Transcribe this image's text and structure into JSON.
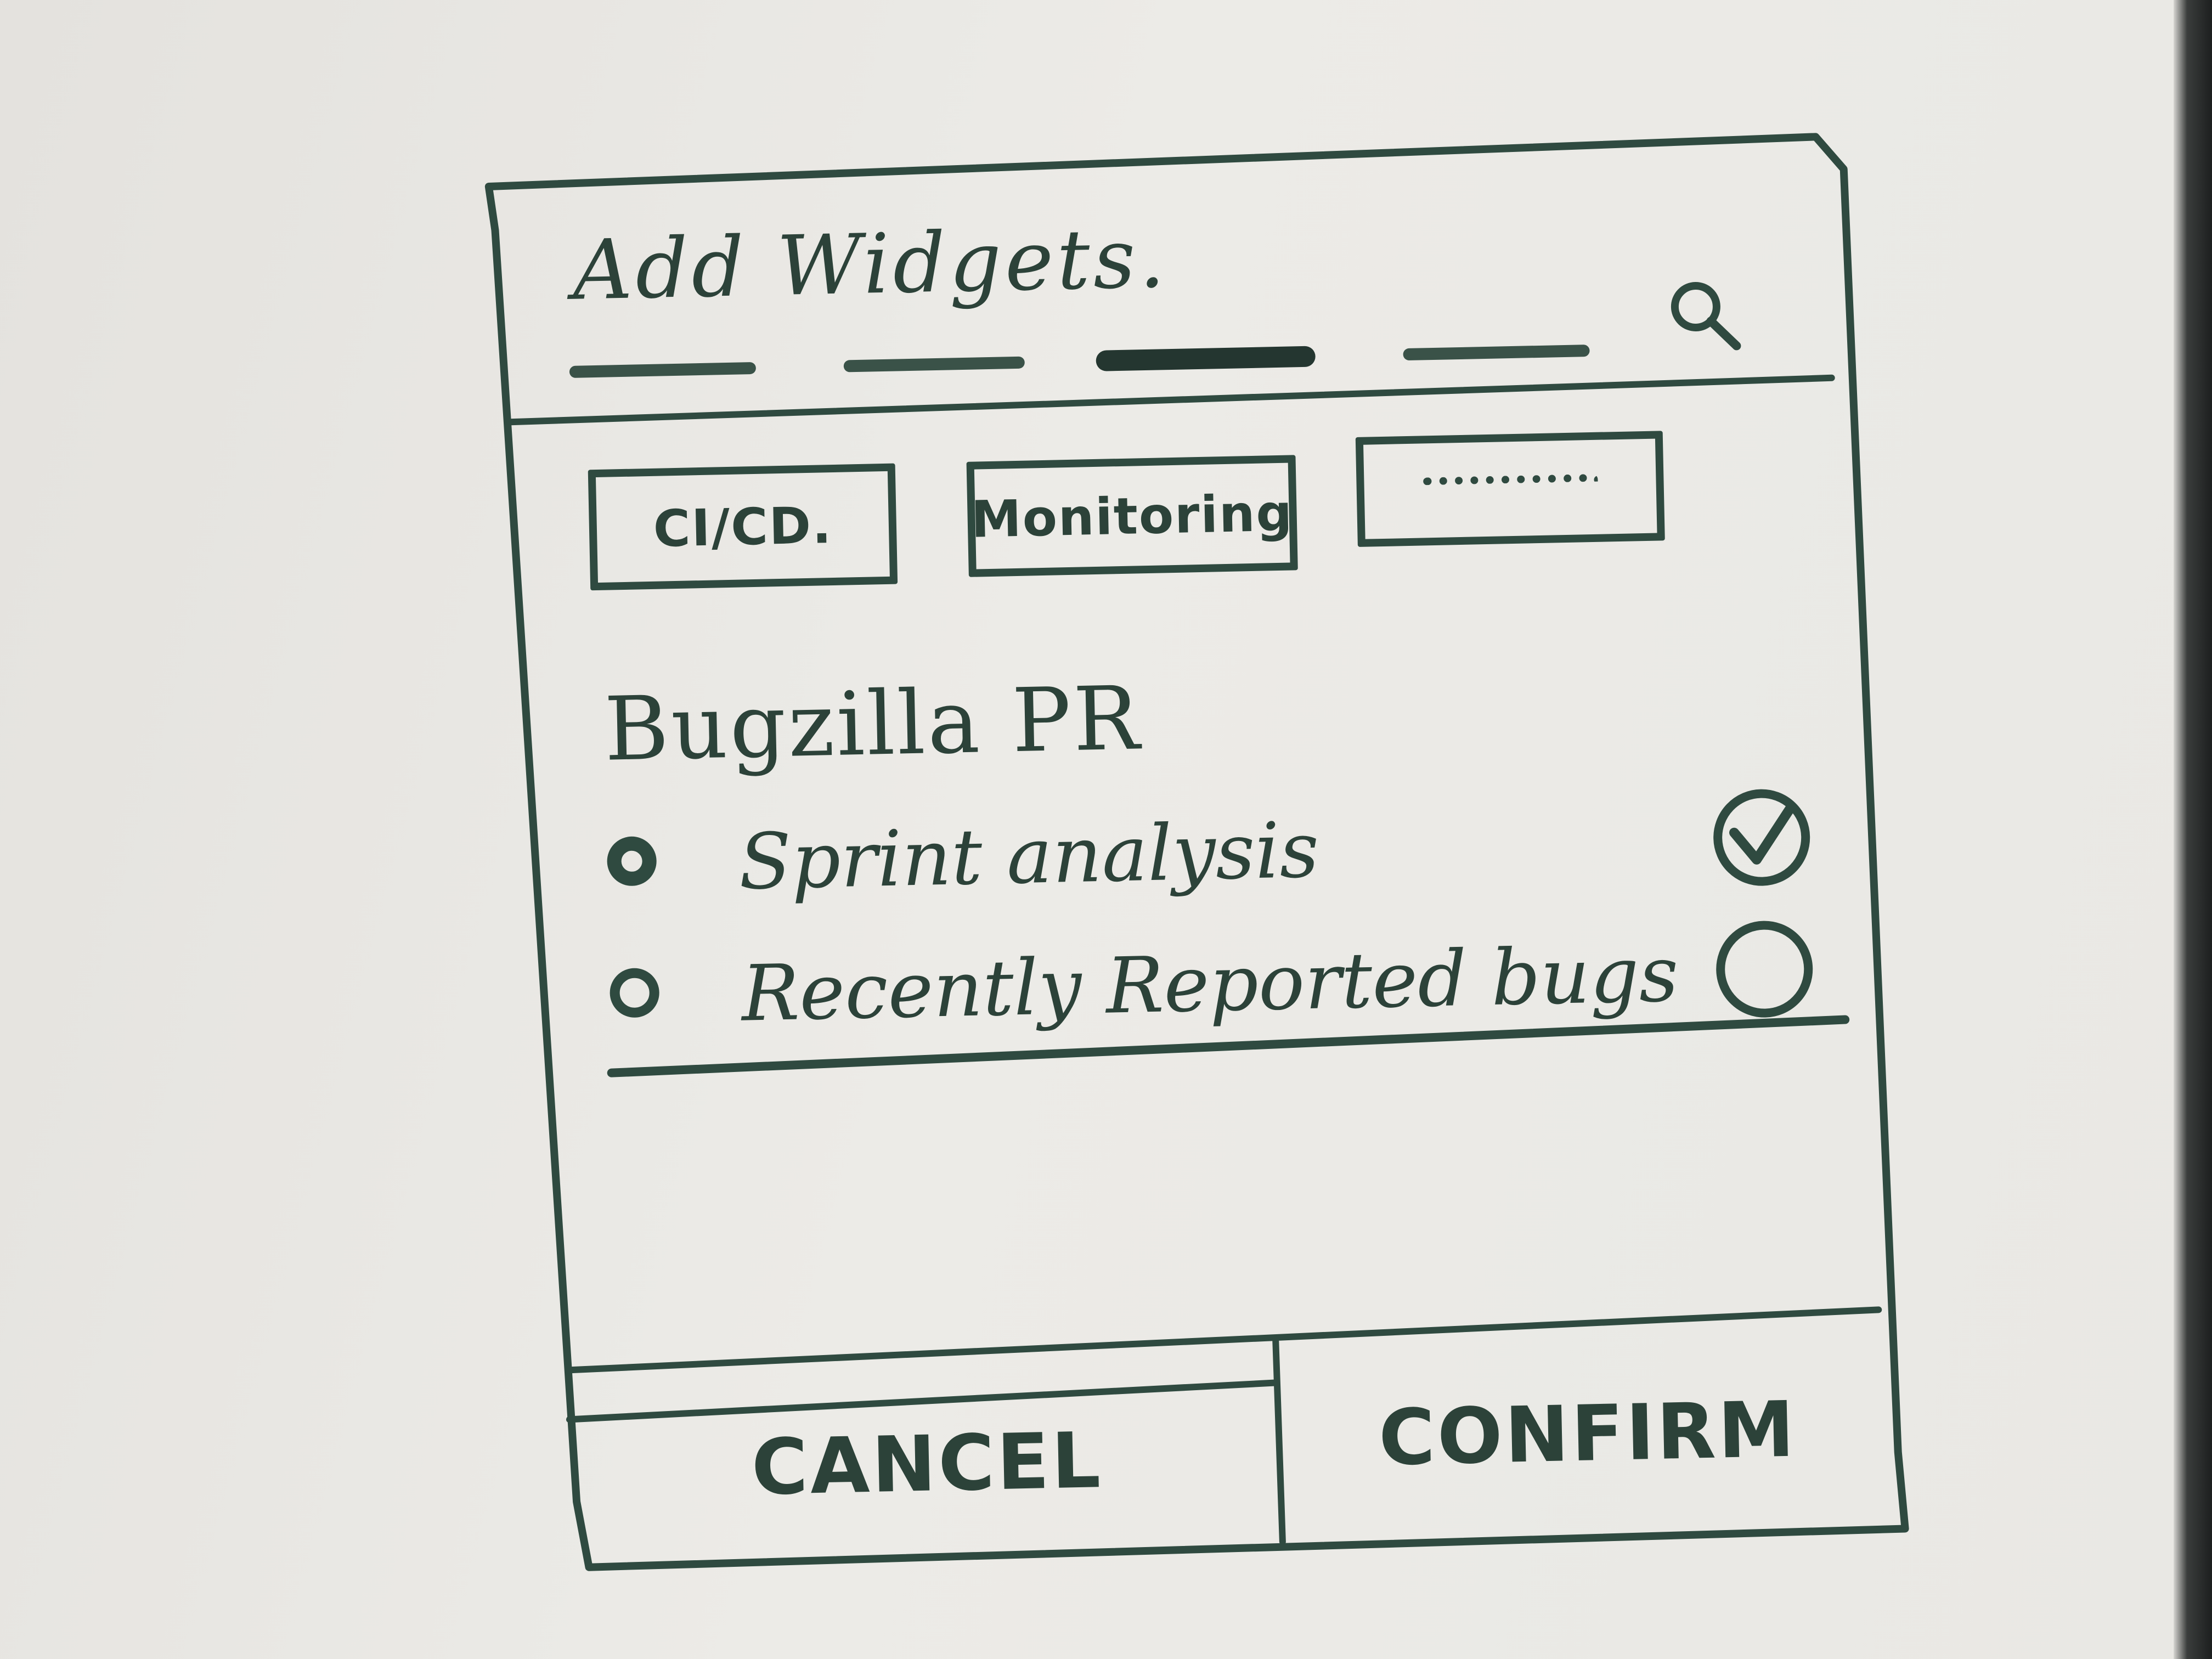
{
  "dialog": {
    "title": "Add Widgets.",
    "tabs_count_visible": 4,
    "active_tab_index": 2,
    "search_icon": "search-icon"
  },
  "categories": [
    {
      "label": "CI/CD."
    },
    {
      "label": "Monitoring"
    },
    {
      "label": "",
      "note": "illegible scribble"
    }
  ],
  "section": {
    "title": "Bugzilla PR",
    "items": [
      {
        "label": "Sprint analysis",
        "checked": true
      },
      {
        "label": "Recently Reported bugs",
        "checked": false
      }
    ]
  },
  "footer": {
    "cancel_label": "CANCEL",
    "confirm_label": "CONFIRM"
  },
  "colors": {
    "ink": "#2f4a40",
    "paper": "#eae9e5"
  }
}
